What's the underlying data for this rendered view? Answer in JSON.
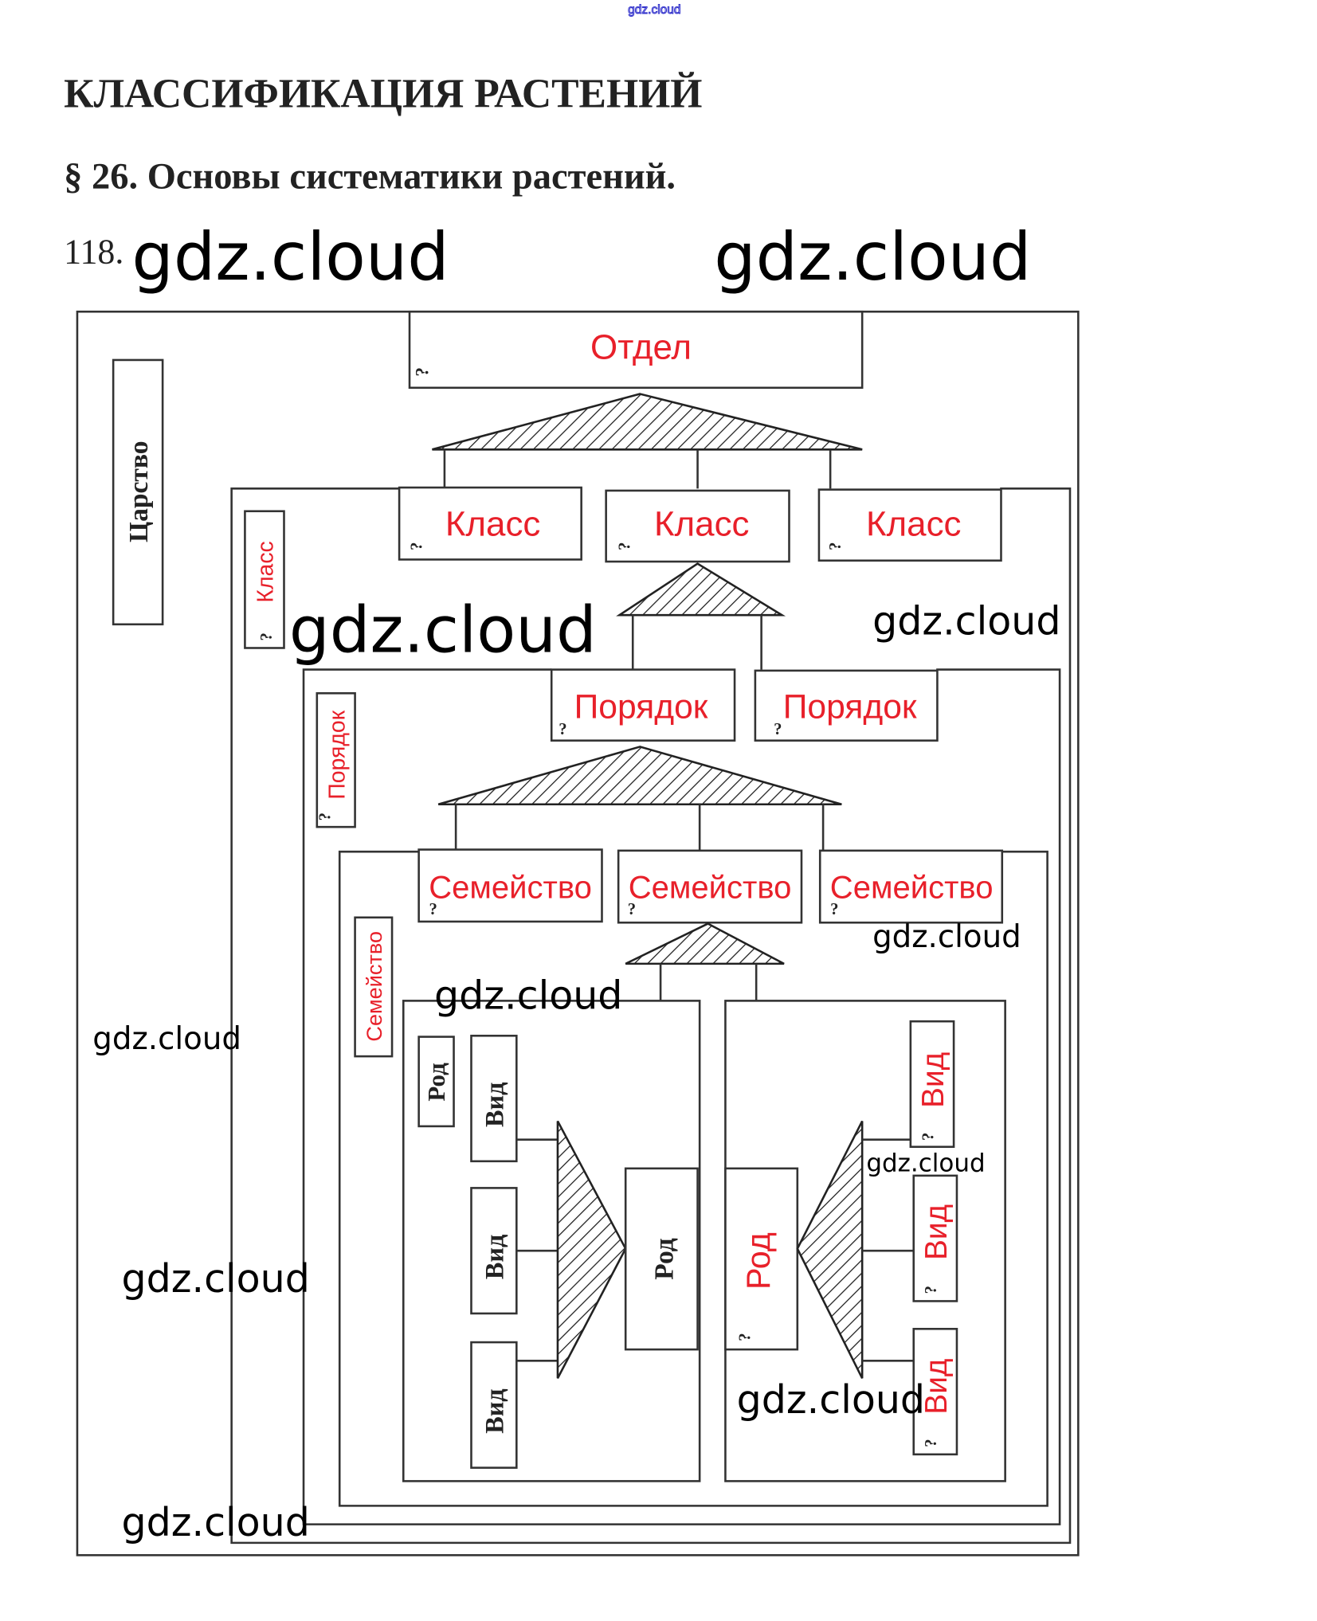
{
  "top_watermark": "gdz.cloud",
  "chapter_title": "КЛАССИФИКАЦИЯ РАСТЕНИЙ",
  "section_title": "§ 26. Основы систематики растений.",
  "task_number": "118.",
  "watermarks": [
    "gdz.cloud",
    "gdz.cloud",
    "gdz.cloud",
    "gdz.cloud",
    "gdz.cloud",
    "gdz.cloud",
    "gdz.cloud",
    "gdz.cloud",
    "gdz.cloud",
    "gdz.cloud"
  ],
  "question_mark": "?",
  "diagram": {
    "kingdom_label": "Царство",
    "division_label": "Отдел",
    "class_side_label": "Класс",
    "classes": [
      "Класс",
      "Класс",
      "Класс"
    ],
    "order_side_label": "Порядок",
    "orders": [
      "Порядок",
      "Порядок"
    ],
    "family_side_label": "Семейство",
    "families": [
      "Семейство",
      "Семейство",
      "Семейство"
    ],
    "genus_left": {
      "side_label": "Род",
      "species": [
        "Вид",
        "Вид",
        "Вид"
      ],
      "genus_label": "Род"
    },
    "genus_right": {
      "genus_label": "Род",
      "species": [
        "Вид",
        "Вид",
        "Вид"
      ]
    }
  },
  "colors": {
    "answer_red": "#e8202a",
    "watermark_blue": "#3333cc",
    "ink": "#222222"
  }
}
